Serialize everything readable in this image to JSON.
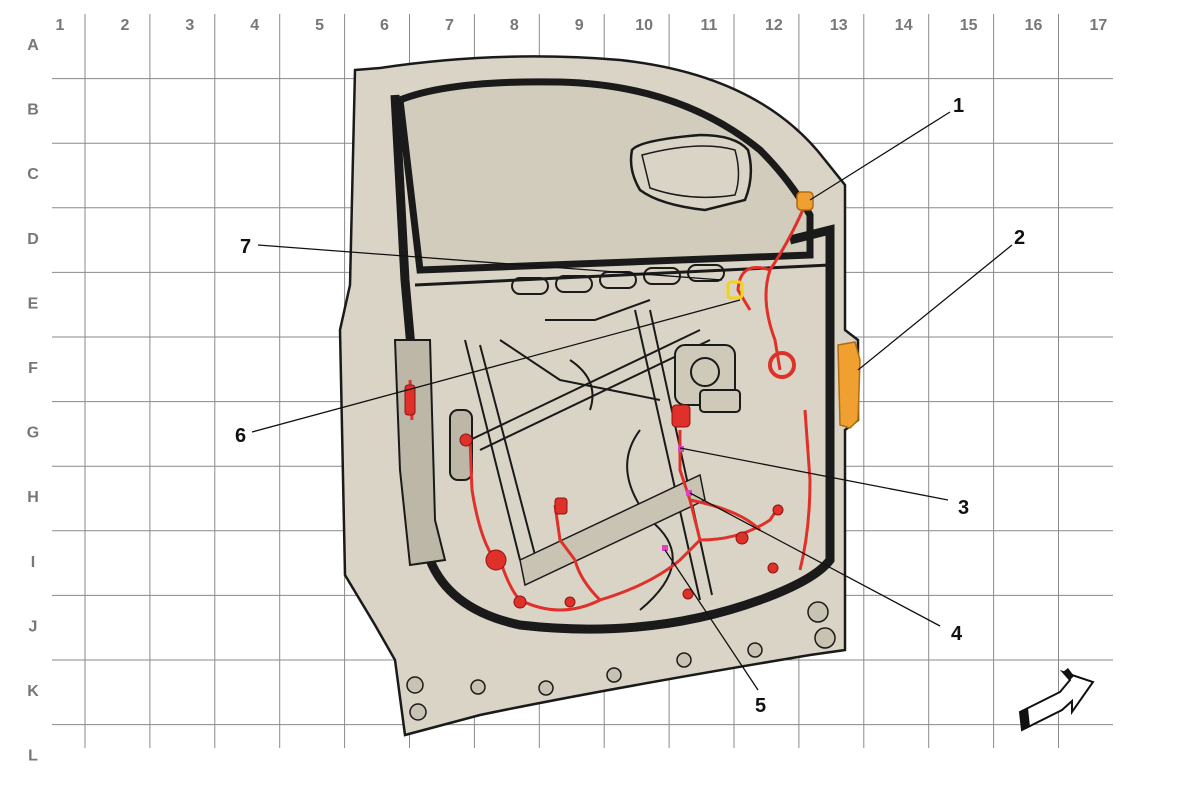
{
  "grid": {
    "columns": [
      "1",
      "2",
      "3",
      "4",
      "5",
      "6",
      "7",
      "8",
      "9",
      "10",
      "11",
      "12",
      "13",
      "14",
      "15",
      "16",
      "17"
    ],
    "rows": [
      "A",
      "B",
      "C",
      "D",
      "E",
      "F",
      "G",
      "H",
      "I",
      "J",
      "K",
      "L"
    ]
  },
  "callouts": [
    {
      "id": "1",
      "label": "1"
    },
    {
      "id": "2",
      "label": "2"
    },
    {
      "id": "3",
      "label": "3"
    },
    {
      "id": "4",
      "label": "4"
    },
    {
      "id": "5",
      "label": "5"
    },
    {
      "id": "6",
      "label": "6"
    },
    {
      "id": "7",
      "label": "7"
    }
  ],
  "colors": {
    "grid_line": "#8a8a8a",
    "door_panel": "#d9d4c6",
    "door_outline": "#1a1a1a",
    "harness": "#e0302a",
    "connector_orange": "#f0a030",
    "connector_yellow": "#f2d21a",
    "connector_magenta": "#e040c0"
  },
  "icons": {
    "orientation": "forward-arrow-icon"
  }
}
